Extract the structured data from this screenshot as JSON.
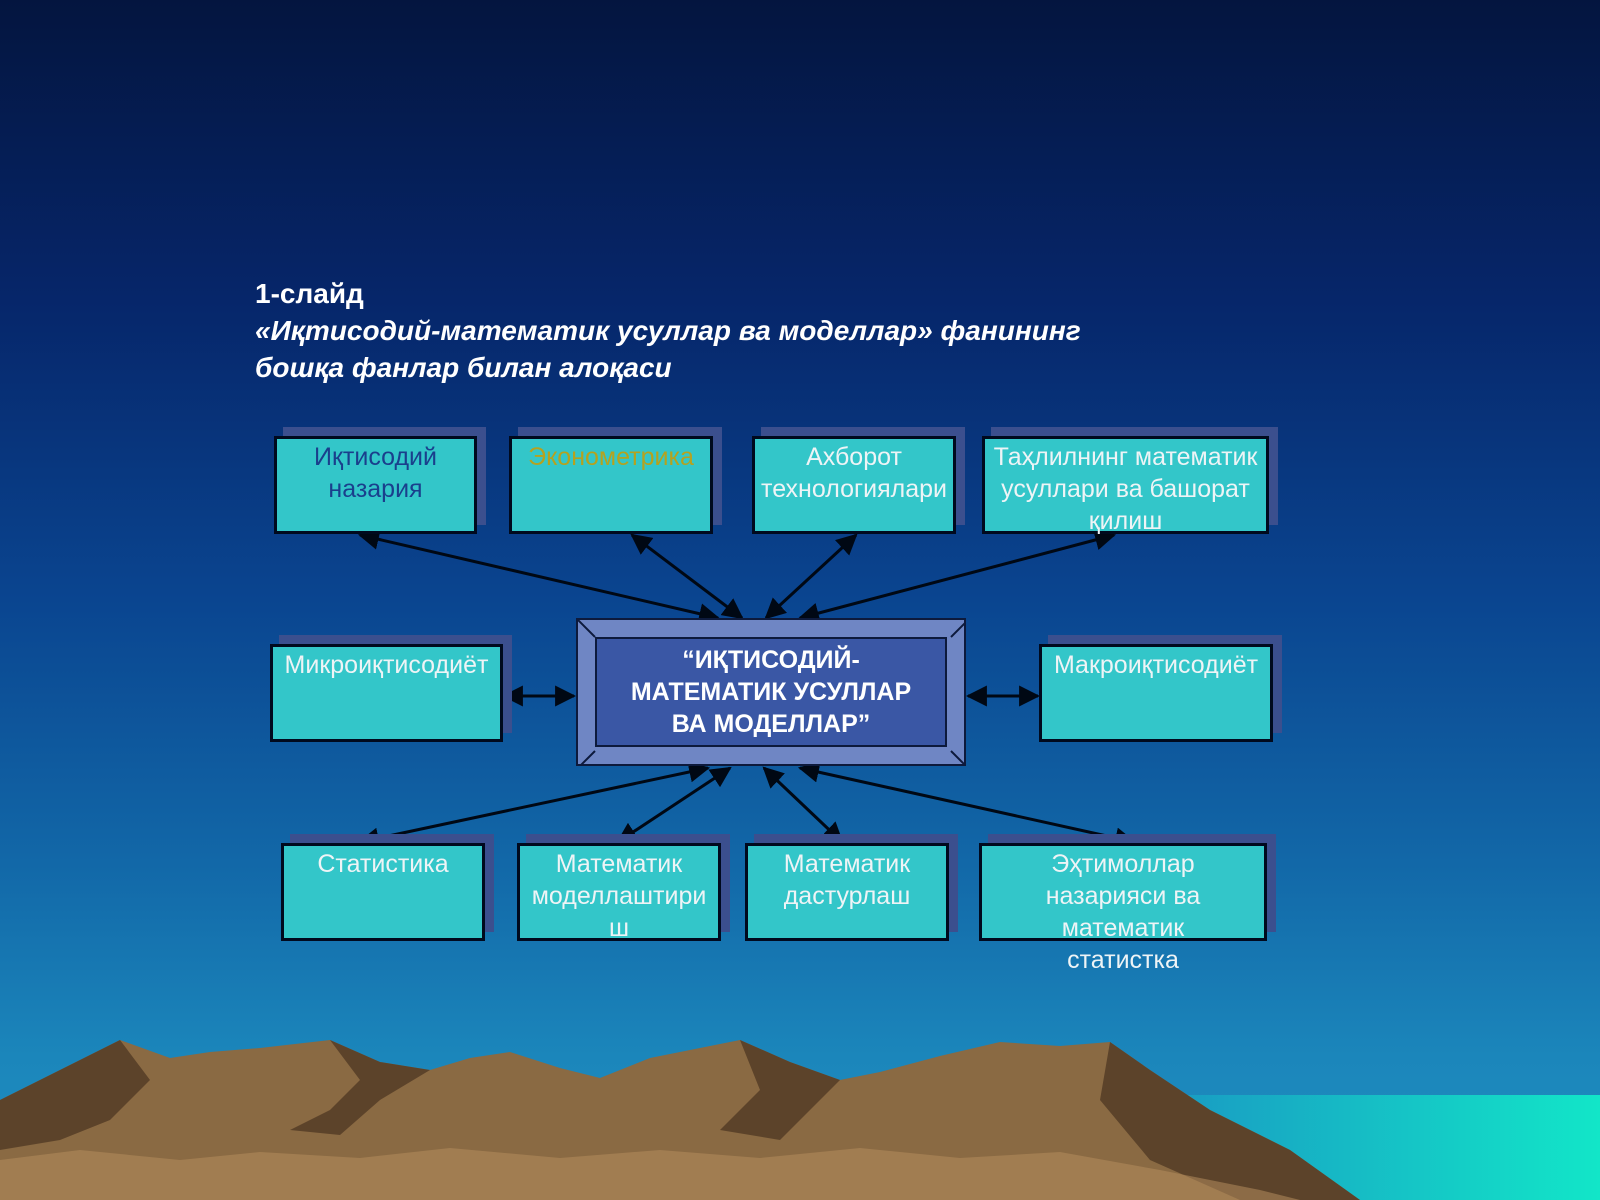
{
  "slide": {
    "number_label": "1-слайд",
    "subtitle_line1": "«Иқтисодий-математик усуллар ва моделлар» фанининг",
    "subtitle_line2": "бошқа фанлар билан алоқаси"
  },
  "center_node": {
    "lines": [
      "“ИҚТИСОДИЙ-",
      "МАТЕМАТИК УСУЛЛАР",
      "ВА МОДЕЛЛАР”"
    ]
  },
  "nodes": {
    "iqtisodiy_nazariya": {
      "lines": [
        "Иқтисодий",
        "назария"
      ],
      "color": "#1a3f8c"
    },
    "ekonometrika": {
      "lines": [
        "Эконометрика"
      ],
      "color": "#b5a21f"
    },
    "axborot": {
      "lines": [
        "Ахборот",
        "технологиялари"
      ],
      "color": "#eef4f6"
    },
    "tahlil": {
      "lines": [
        "Таҳлилнинг математик",
        "усуллари ва башорат",
        "қилиш"
      ],
      "color": "#eef4f6"
    },
    "mikro": {
      "lines": [
        "Микроиқтисодиёт"
      ],
      "color": "#eef4f6"
    },
    "makro": {
      "lines": [
        "Макроиқтисодиёт"
      ],
      "color": "#eef4f6"
    },
    "statistika": {
      "lines": [
        "Статистика"
      ],
      "color": "#eef4f6"
    },
    "mat_model": {
      "lines": [
        "Математик",
        "моделлаштири",
        "ш"
      ],
      "color": "#eef4f6"
    },
    "mat_dastur": {
      "lines": [
        "Математик",
        "дастурлаш"
      ],
      "color": "#eef4f6"
    },
    "ehtimol": {
      "lines": [
        "Эҳтимоллар",
        "назарияси ва",
        "математик",
        "статистка"
      ],
      "color": "#eef4f6"
    }
  },
  "colors": {
    "box_fill": "#33c6c9",
    "box_shadow": "#3b4f8e",
    "center_outer": "#6f86c4",
    "center_inner": "#3a57a5",
    "arrow": "#000814"
  }
}
